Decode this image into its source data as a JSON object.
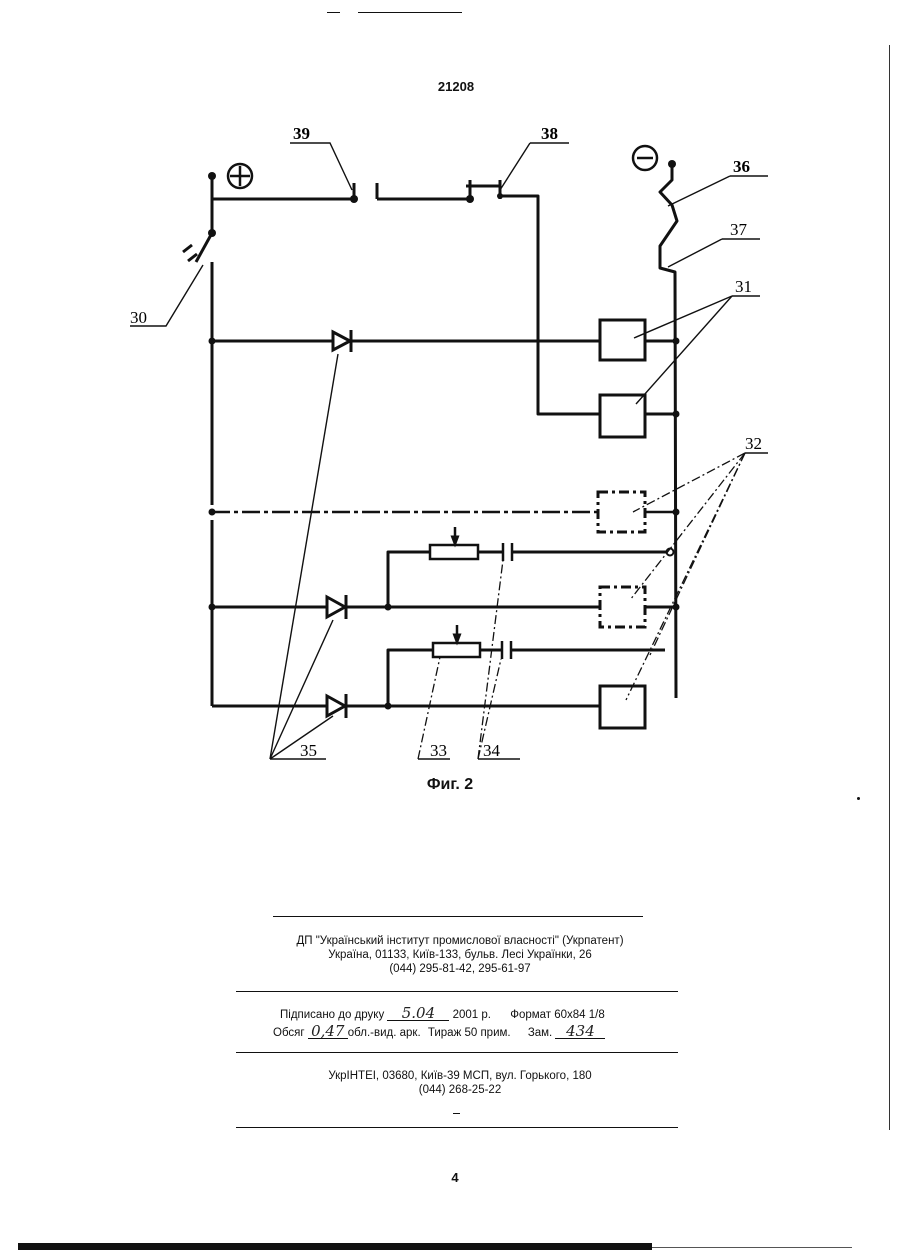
{
  "header": {
    "patent_number": "21208"
  },
  "figure": {
    "caption": "Фиг. 2",
    "terminal_plus": "+",
    "terminal_minus": "−",
    "labels": {
      "l30": "30",
      "l31": "31",
      "l32": "32",
      "l33": "33",
      "l34": "34",
      "l35": "35",
      "l36": "36",
      "l37": "37",
      "l38": "38",
      "l39": "39"
    }
  },
  "imprint": {
    "publisher_line1": "ДП \"Український інститут промислової власності\" (Укрпатент)",
    "publisher_line2": "Україна, 01133, Київ-133, бульв. Лесі Українки, 26",
    "publisher_line3": "(044) 295-81-42, 295-61-97",
    "signed_label": "Підписано до друку",
    "signed_value": "5.04",
    "signed_year": "2001 р.",
    "format_text": "Формат 60x84 1/8",
    "volume_label": "Обсяг",
    "volume_value": "0,47",
    "volume_unit": "обл.-вид. арк.",
    "circulation": "Тираж 50 прим.",
    "order_label": "Зам.",
    "order_value": "434",
    "printer_line1": "УкрІНТЕІ, 03680, Київ-39 МСП, вул. Горького, 180",
    "printer_line2": "(044) 268-25-22"
  },
  "footer": {
    "page_number": "4"
  }
}
